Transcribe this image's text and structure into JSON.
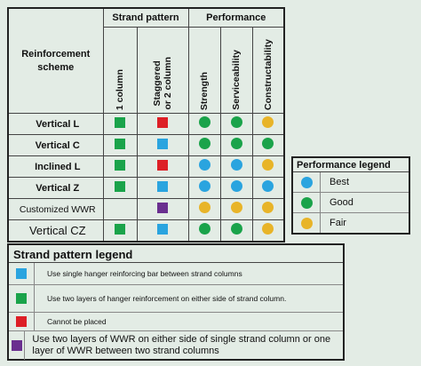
{
  "colors": {
    "blue": "#2aa4df",
    "green": "#1aa34a",
    "red": "#dd1f26",
    "purple": "#6a2f8f",
    "yellow": "#e8b428"
  },
  "header": {
    "scheme": "Reinforcement scheme",
    "strand_group": "Strand pattern",
    "perf_group": "Performance",
    "col_1col": "1 column",
    "col_staggered_line1": "Staggered",
    "col_staggered_line2": "or 2 column",
    "col_strength": "Strength",
    "col_serviceability": "Serviceability",
    "col_constructability": "Constructability"
  },
  "rows": [
    {
      "label": "Vertical L",
      "one_col": "green",
      "staggered": "red",
      "strength": "green",
      "serviceability": "green",
      "constructability": "yellow"
    },
    {
      "label": "Vertical C",
      "one_col": "green",
      "staggered": "blue",
      "strength": "green",
      "serviceability": "green",
      "constructability": "green"
    },
    {
      "label": "Inclined L",
      "one_col": "green",
      "staggered": "red",
      "strength": "blue",
      "serviceability": "blue",
      "constructability": "yellow"
    },
    {
      "label": "Vertical Z",
      "one_col": "green",
      "staggered": "blue",
      "strength": "blue",
      "serviceability": "blue",
      "constructability": "blue"
    },
    {
      "label": "Customized WWR",
      "one_col": "",
      "staggered": "purple",
      "strength": "yellow",
      "serviceability": "yellow",
      "constructability": "yellow"
    },
    {
      "label": "Vertical CZ",
      "one_col": "green",
      "staggered": "blue",
      "strength": "green",
      "serviceability": "green",
      "constructability": "yellow"
    }
  ],
  "performance_legend": {
    "title": "Performance legend",
    "items": [
      {
        "color": "blue",
        "label": "Best"
      },
      {
        "color": "green",
        "label": "Good"
      },
      {
        "color": "yellow",
        "label": "Fair"
      }
    ]
  },
  "strand_legend": {
    "title": "Strand pattern legend",
    "items": [
      {
        "color": "blue",
        "text": "Use  single hanger reinforcing bar between strand columns"
      },
      {
        "color": "green",
        "text": "Use  two layers of hanger reinforcement on either side of strand column."
      },
      {
        "color": "red",
        "text": "Cannot be placed"
      },
      {
        "color": "purple",
        "text": "Use two layers of WWR on either side of single strand column or one layer of WWR between two strand columns"
      }
    ]
  }
}
